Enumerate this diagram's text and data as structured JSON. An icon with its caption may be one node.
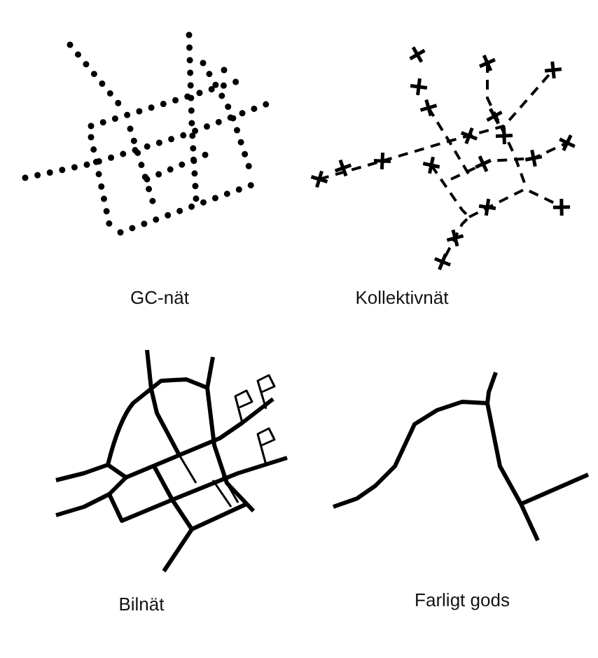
{
  "diagram": {
    "labels": [
      "GC-nät",
      "Kollektivnät",
      "Bilnät",
      "Farligt gods"
    ]
  }
}
